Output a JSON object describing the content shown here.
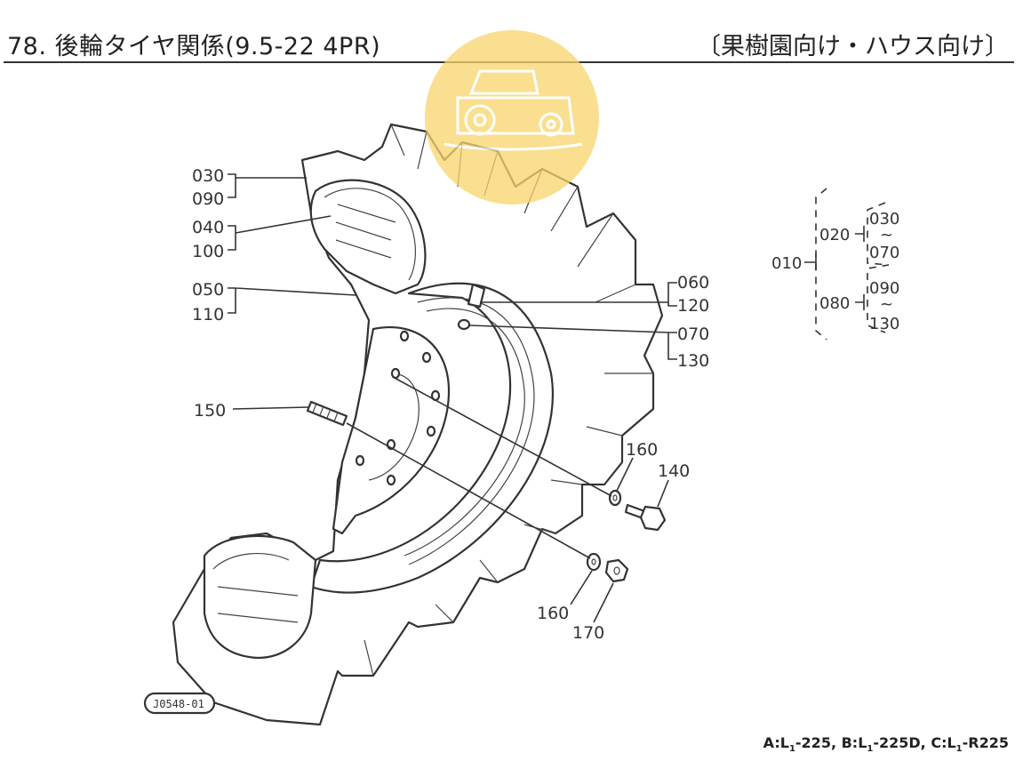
{
  "header": {
    "title": "78. 後輪タイヤ関係(9.5-22 4PR)",
    "subtitle": "〔果樹園向け・ハウス向け〕"
  },
  "diagram_code": "J0548-01",
  "footer": {
    "a_prefix": "A:L",
    "a_sub": "1",
    "a_suffix": "-225, ",
    "b_prefix": "B:L",
    "b_sub": "1",
    "b_suffix": "-225D, ",
    "c_prefix": "C:L",
    "c_sub": "1",
    "c_suffix": "-R225"
  },
  "callouts": {
    "p030": "030",
    "p090": "090",
    "p040": "040",
    "p100": "100",
    "p050": "050",
    "p110": "110",
    "p150": "150",
    "p060": "060",
    "p120": "120",
    "p070": "070",
    "p130": "130",
    "p160a": "160",
    "p140": "140",
    "p160b": "160",
    "p170": "170"
  },
  "tree": {
    "root": "010",
    "n020": "020",
    "n080": "080",
    "r030": "030",
    "r070": "070",
    "r090": "090",
    "r130": "130",
    "tilde1": "~",
    "tilde2": "~"
  },
  "watermark": {
    "color": "#f7d56a",
    "icon": "tractor-icon"
  }
}
